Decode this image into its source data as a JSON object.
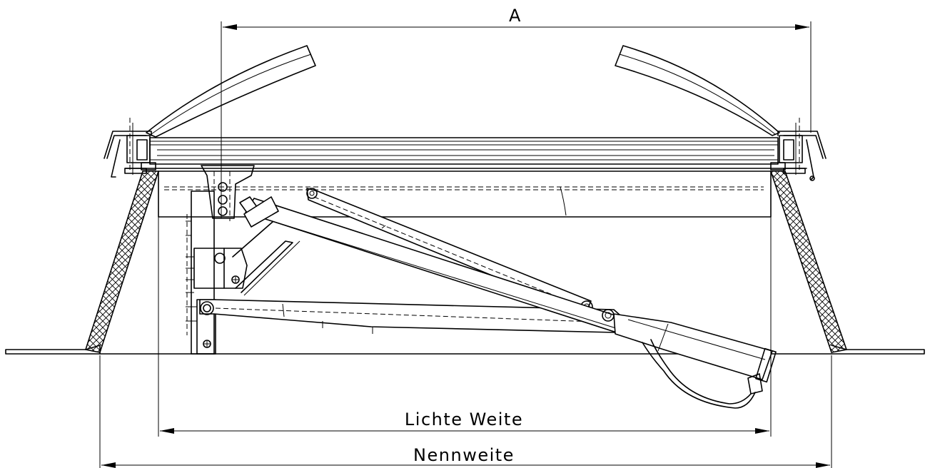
{
  "dimensions": {
    "top_label": "A",
    "inner_label": "Lichte Weite",
    "outer_label": "Nennweite"
  }
}
